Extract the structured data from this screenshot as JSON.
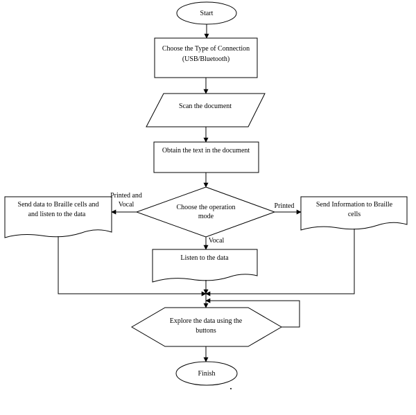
{
  "nodes": {
    "start": "Start",
    "connection_line1": "Choose the Type of Connection",
    "connection_line2": "(USB/Bluetooth)",
    "scan": "Scan the document",
    "obtain": "Obtain the text in the document",
    "mode_line1": "Choose the operation",
    "mode_line2": "mode",
    "braille_listen_line1": "Send data to Braille cells  and",
    "braille_listen_line2": "and listen to the data",
    "braille_info_line1": "Send Information to Braille",
    "braille_info_line2": "cells",
    "listen": "Listen to the data",
    "explore_line1": "Explore the data using the",
    "explore_line2": "buttons",
    "finish": "Finish"
  },
  "edge_labels": {
    "printed_vocal_line1": "Printed and",
    "printed_vocal_line2": "Vocal",
    "printed": "Printed",
    "vocal": "Vocal"
  }
}
